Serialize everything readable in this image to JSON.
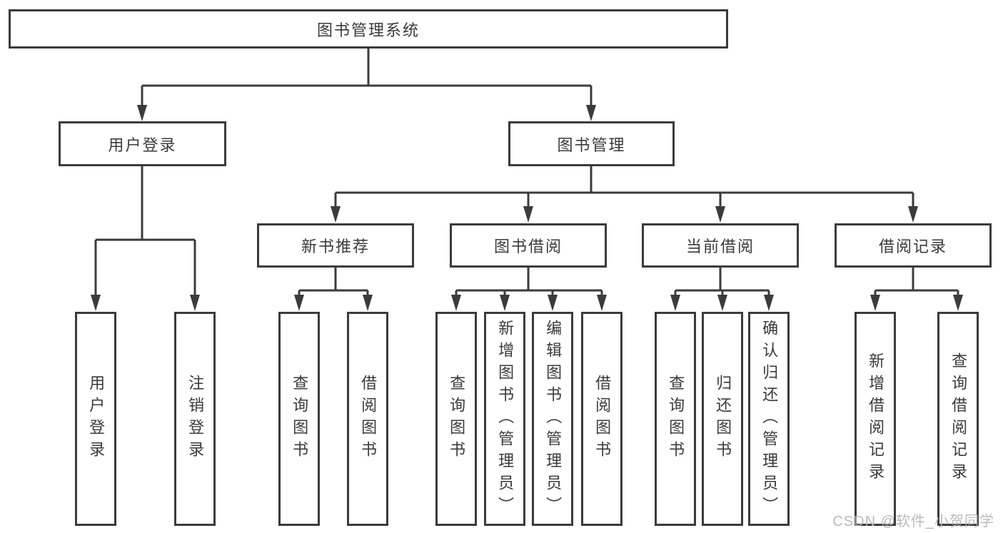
{
  "diagram": {
    "root": {
      "label": "图书管理系统"
    },
    "branches": [
      {
        "label": "用户登录",
        "children": [
          {
            "label": "用户登录"
          },
          {
            "label": "注销登录"
          }
        ]
      },
      {
        "label": "图书管理",
        "children": [
          {
            "label": "新书推荐",
            "children": [
              {
                "label": "查询图书"
              },
              {
                "label": "借阅图书"
              }
            ]
          },
          {
            "label": "图书借阅",
            "children": [
              {
                "label": "查询图书"
              },
              {
                "label": "新增图书（管理员）"
              },
              {
                "label": "编辑图书（管理员）"
              },
              {
                "label": "借阅图书"
              }
            ]
          },
          {
            "label": "当前借阅",
            "children": [
              {
                "label": "查询图书"
              },
              {
                "label": "归还图书"
              },
              {
                "label": "确认归还（管理员）"
              }
            ]
          },
          {
            "label": "借阅记录",
            "children": [
              {
                "label": "新增借阅记录"
              },
              {
                "label": "查询借阅记录"
              }
            ]
          }
        ]
      }
    ]
  },
  "watermark": {
    "text": "CSDN @软件_小贺同学"
  },
  "colors": {
    "border": "#3b3b3b",
    "line": "#3b3b3b",
    "text": "#3a3a3a",
    "watermark": "#b3b3b3",
    "background": "#ffffff"
  }
}
